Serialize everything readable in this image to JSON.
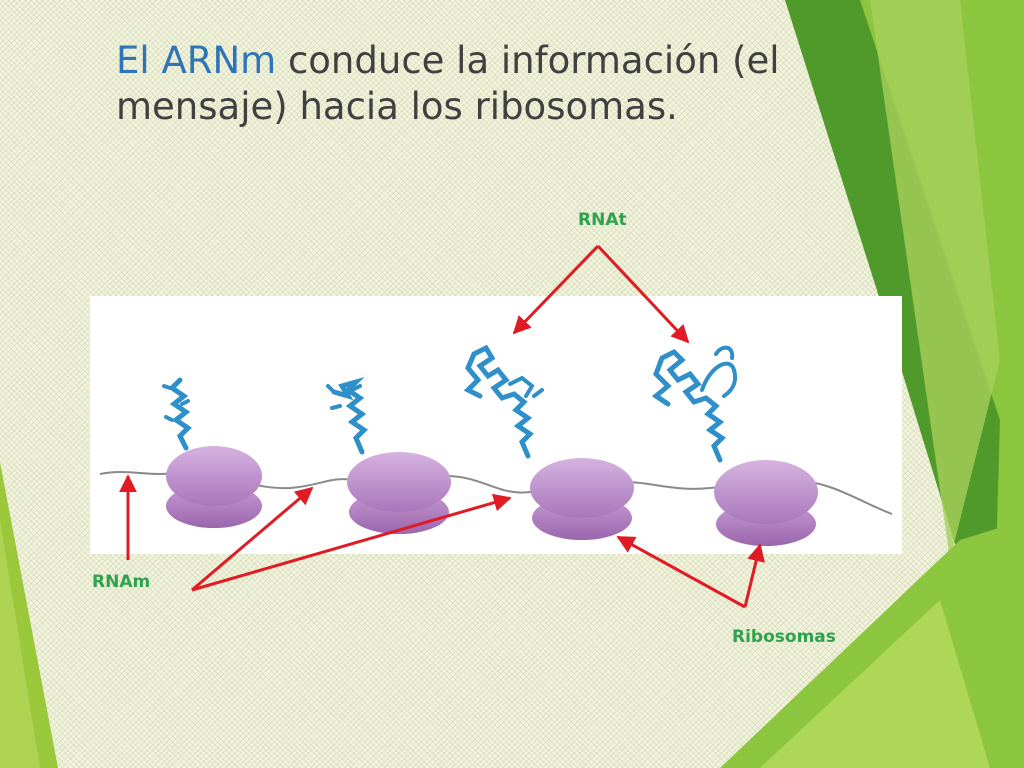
{
  "slide": {
    "title_part1": "El",
    "title_part2": "ARNm",
    "title_part3": " conduce la información (el mensaje) hacia los ribosomas."
  },
  "labels": {
    "rnat": "RNAt",
    "rnam": "RNAm",
    "ribosomas": "Ribosomas"
  },
  "colors": {
    "title_text": "#404040",
    "title_highlight": "#2f74b8",
    "label_green": "#2fa24e",
    "arrow_red": "#e01b24",
    "ribosome": "#b98ac9",
    "trna": "#2f8fc9"
  }
}
